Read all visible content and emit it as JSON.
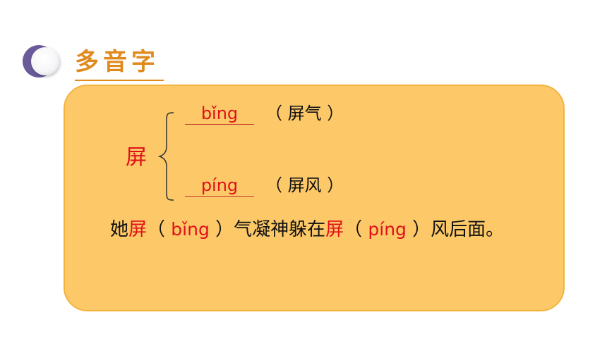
{
  "header": {
    "title": "多音字"
  },
  "polyphone": {
    "character": "屏",
    "readings": [
      {
        "pinyin": "bǐng",
        "word": "（ 屏气 ）"
      },
      {
        "pinyin": "píng",
        "word": "（ 屏风 ）"
      }
    ]
  },
  "sentence": {
    "part1": "她",
    "char1": "屏",
    "open1": "（ ",
    "pinyin1": "bǐng",
    "close1": " ）气凝神躲在",
    "char2": "屏",
    "open2": "（ ",
    "pinyin2": "píng",
    "close2": " ）风后面。"
  },
  "colors": {
    "title": "#e08a1e",
    "card_fill": "#fdc968",
    "card_border": "#f3b43e",
    "highlight": "#e0101a"
  }
}
